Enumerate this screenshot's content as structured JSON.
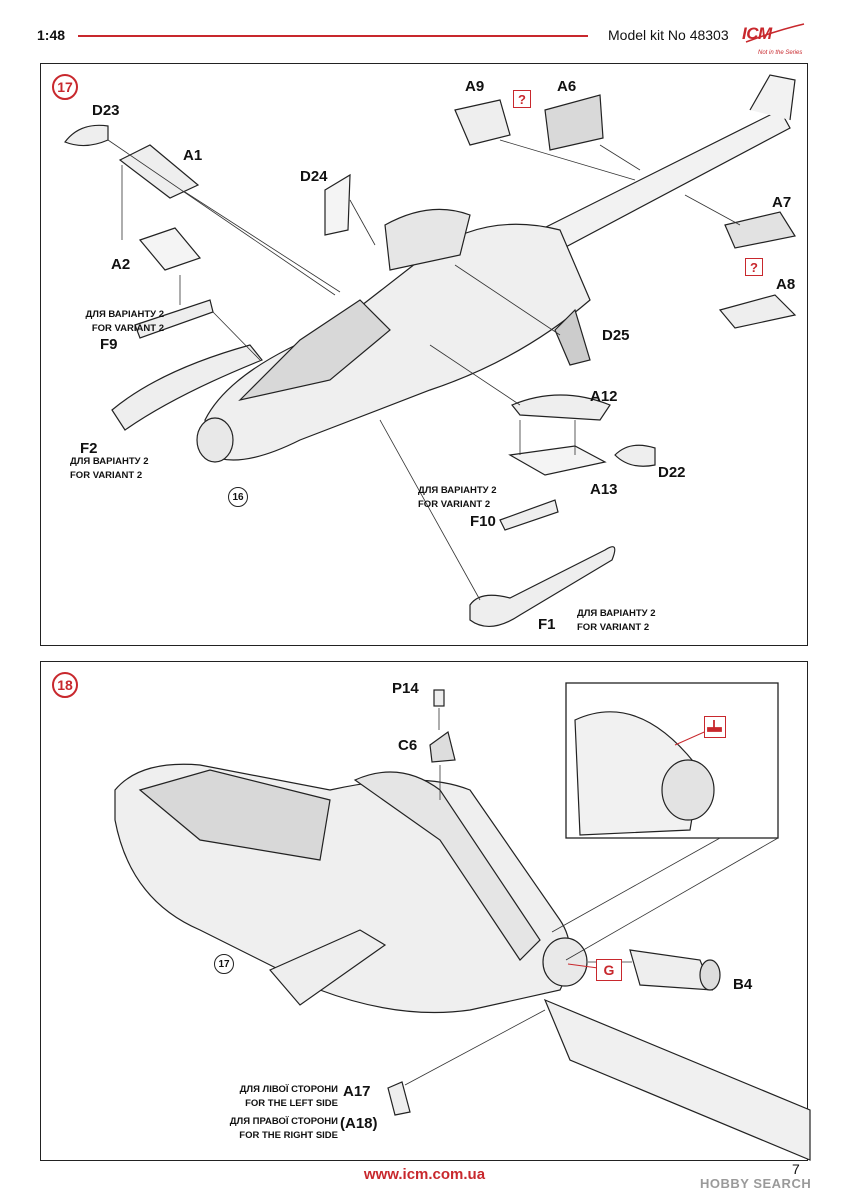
{
  "header": {
    "scale": "1:48",
    "kit": "Model kit No 48303",
    "logo": "ICM",
    "logo_tagline": "Not in the Series"
  },
  "step17": {
    "number": "17",
    "parts": {
      "d23": "D23",
      "a1": "A1",
      "d24": "D24",
      "a9": "A9",
      "a6": "A6",
      "a7": "A7",
      "a8": "A8",
      "a2": "A2",
      "f9": "F9",
      "d25": "D25",
      "a12": "A12",
      "a13": "A13",
      "d22": "D22",
      "f10": "F10",
      "f2": "F2",
      "f1": "F1"
    },
    "question_mark": "?",
    "variant_ua": "ДЛЯ ВАРІАНТУ 2",
    "variant_en": "FOR VARIANT 2",
    "ref_step": "16"
  },
  "step18": {
    "number": "18",
    "parts": {
      "p14": "P14",
      "c6": "C6",
      "b4": "B4",
      "a17": "A17",
      "a18": "(A18)"
    },
    "paint_code": "G",
    "ref_step": "17",
    "left_ua": "ДЛЯ ЛІВОЇ СТОРОНИ",
    "left_en": "FOR THE LEFT SIDE",
    "right_ua": "ДЛЯ ПРАВОЇ СТОРОНИ",
    "right_en": "FOR THE RIGHT SIDE"
  },
  "footer": {
    "url": "www.icm.com.ua",
    "page": "7",
    "watermark": "HOBBY SEARCH"
  },
  "colors": {
    "accent": "#c8282d",
    "line": "#222222"
  }
}
